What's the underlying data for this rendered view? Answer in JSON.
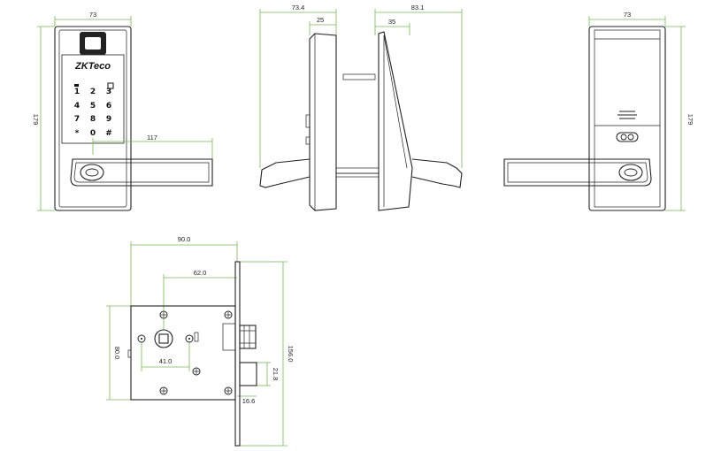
{
  "brand": "ZKTeco",
  "keypad": {
    "keys": [
      "1",
      "2",
      "3",
      "4",
      "5",
      "6",
      "7",
      "8",
      "9",
      "*",
      "0",
      "#"
    ]
  },
  "front_view": {
    "width": "73",
    "height": "179",
    "handle_length": "117"
  },
  "side_view": {
    "lock_depth": "73.4",
    "front_depth": "25",
    "total_depth": "83.1",
    "rear_depth": "35"
  },
  "back_view": {
    "width": "73",
    "height": "179"
  },
  "mortise_view": {
    "case_width": "90.0",
    "backset": "62.0",
    "height": "80.0",
    "spindle_distance": "41.0",
    "faceplate_height": "156.0",
    "bolt_height": "21.8",
    "bolt_offset": "16.6"
  },
  "colors": {
    "dimension_line": "#6fbf4a",
    "outline": "#222222",
    "background": "#ffffff"
  }
}
